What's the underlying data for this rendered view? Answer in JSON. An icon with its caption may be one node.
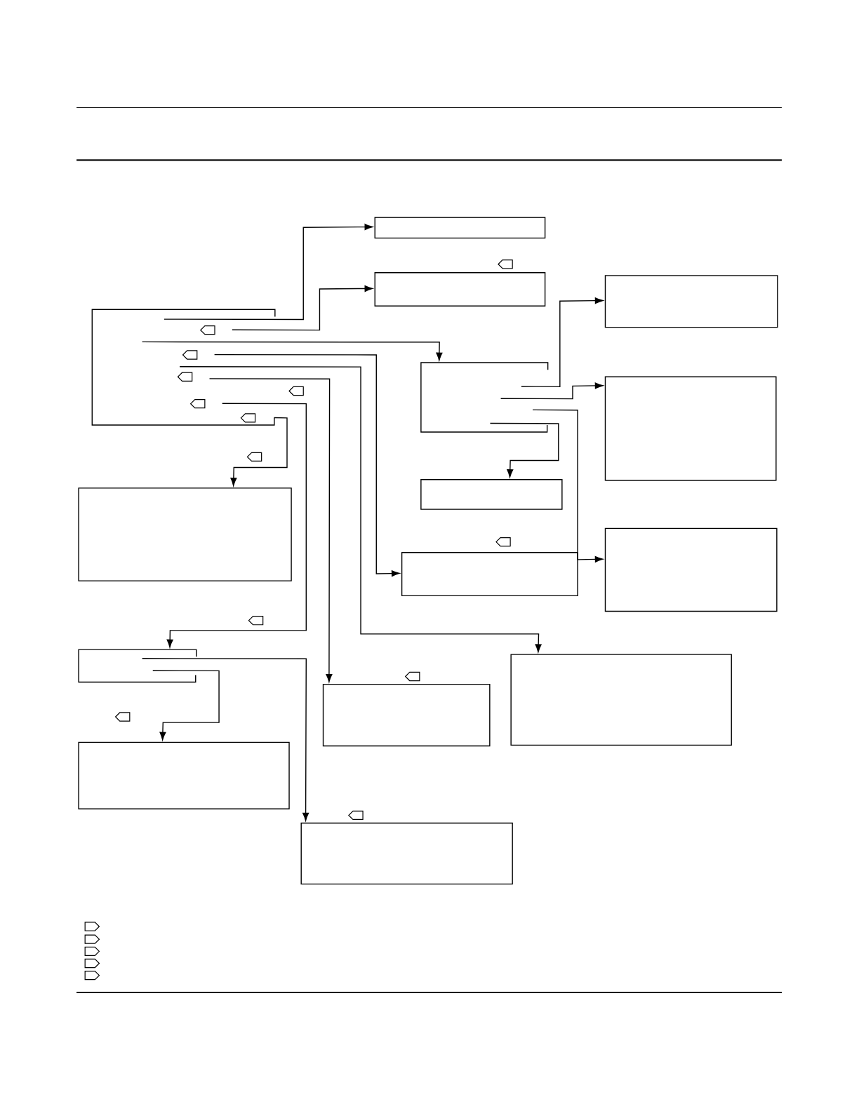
{
  "diagram": {
    "nodes": [
      {
        "text": [],
        "shape": "box"
      },
      {
        "text": [],
        "shape": "box"
      },
      {
        "text": [],
        "shape": "box"
      },
      {
        "text": [],
        "shape": "box"
      },
      {
        "text": [],
        "shape": "box"
      },
      {
        "text": [],
        "shape": "box"
      },
      {
        "text": [],
        "shape": "box"
      },
      {
        "text": [],
        "shape": "box"
      },
      {
        "text": [],
        "shape": "box"
      },
      {
        "text": [],
        "shape": "box"
      },
      {
        "text": [],
        "shape": "box"
      },
      {
        "text": [],
        "shape": "box"
      },
      {
        "text": [],
        "shape": "box"
      },
      {
        "text": [],
        "shape": "box"
      },
      {
        "text": [],
        "shape": "box"
      }
    ],
    "edges": [
      {
        "from": 0,
        "to": 1,
        "arrow": "to"
      },
      {
        "from": 0,
        "to": 2,
        "arrow": "to"
      },
      {
        "from": 0,
        "to": 3,
        "arrow": "to"
      },
      {
        "from": 0,
        "to": 8,
        "arrow": "to"
      },
      {
        "from": 0,
        "to": 13,
        "arrow": "to"
      },
      {
        "from": 0,
        "to": 12,
        "arrow": "to"
      },
      {
        "from": 0,
        "to": 10,
        "arrow": "to"
      },
      {
        "from": 0,
        "to": 9,
        "arrow": "to"
      },
      {
        "from": 3,
        "to": 4,
        "arrow": "to"
      },
      {
        "from": 3,
        "to": 5,
        "arrow": "to"
      },
      {
        "from": 3,
        "to": 7,
        "arrow": "to"
      },
      {
        "from": 3,
        "to": 6,
        "arrow": "to"
      },
      {
        "from": 10,
        "to": 14,
        "arrow": "to"
      },
      {
        "from": 10,
        "to": 11,
        "arrow": "to"
      }
    ]
  }
}
